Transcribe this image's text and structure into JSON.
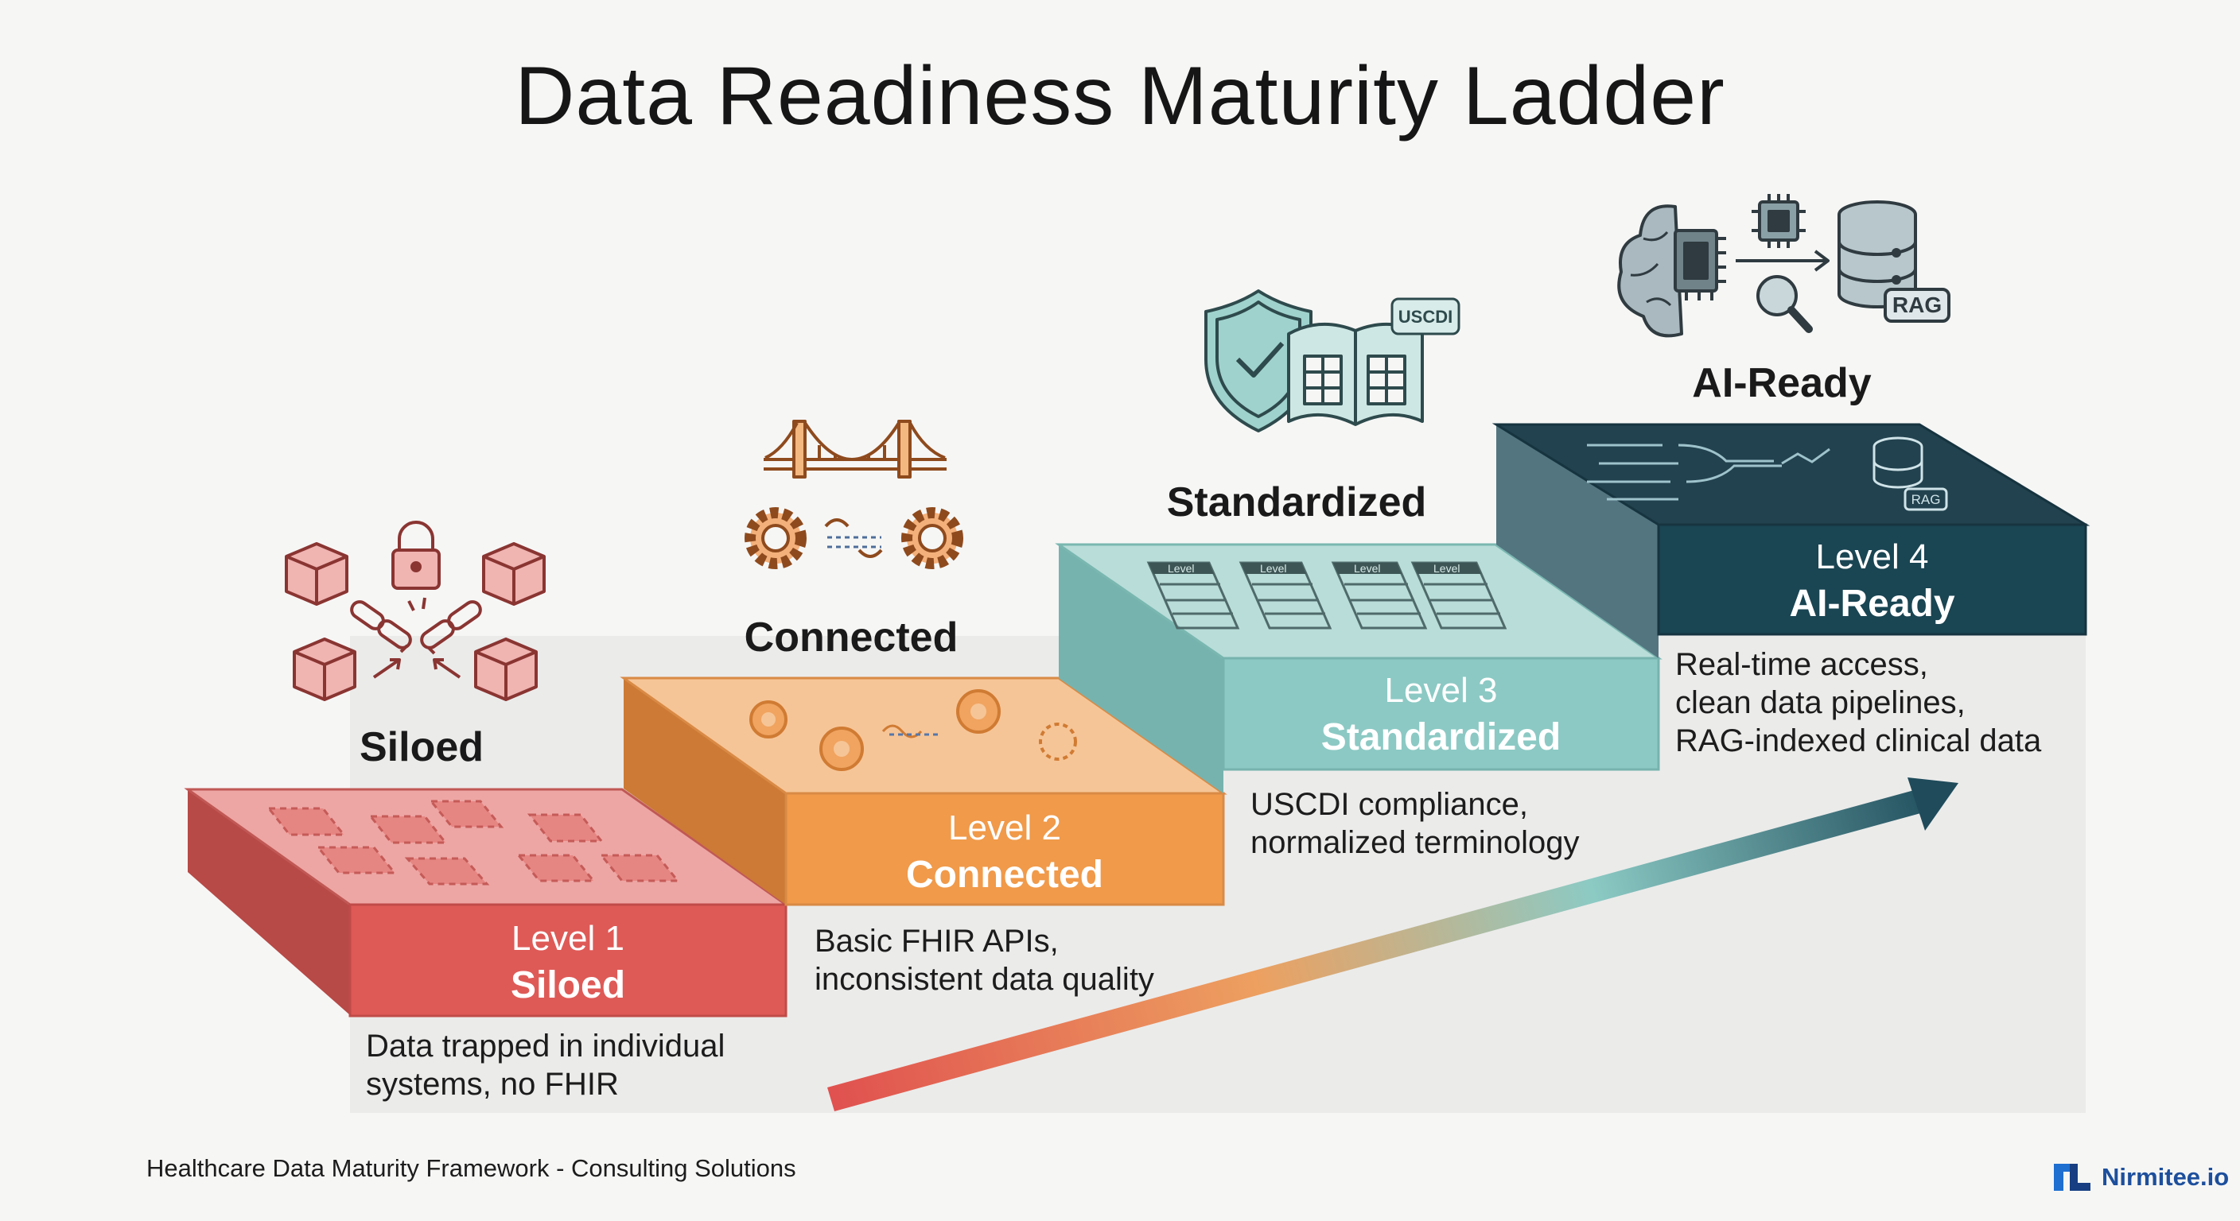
{
  "title": "Data Readiness Maturity Ladder",
  "levels": [
    {
      "level_label": "Level 1",
      "name": "Siloed",
      "stage_title": "Siloed",
      "description": [
        "Data trapped in individual",
        "systems, no FHIR"
      ],
      "color": "#de5a57",
      "icons": [
        "package-icon",
        "padlock-icon",
        "broken-chain-icon"
      ]
    },
    {
      "level_label": "Level 2",
      "name": "Connected",
      "stage_title": "Connected",
      "description": [
        "Basic FHIR APIs,",
        "inconsistent data quality"
      ],
      "color": "#f09a4a",
      "icons": [
        "bridge-icon",
        "gear-icon"
      ]
    },
    {
      "level_label": "Level 3",
      "name": "Standardized",
      "stage_title": "Standardized",
      "description": [
        "USCDI compliance,",
        "normalized terminology"
      ],
      "color": "#8cc9c4",
      "icons": [
        "shield-check-icon",
        "open-book-icon"
      ],
      "badge": "USCDI",
      "top_tab_label": "Level"
    },
    {
      "level_label": "Level 4",
      "name": "AI-Ready",
      "stage_title": "AI-Ready",
      "description": [
        "Real-time access,",
        "clean data pipelines,",
        "RAG-indexed clinical data"
      ],
      "color": "#1a4553",
      "icons": [
        "brain-chip-icon",
        "cpu-icon",
        "magnifier-icon",
        "database-icon"
      ],
      "badge": "RAG"
    }
  ],
  "footer": {
    "text": "Healthcare Data Maturity Framework - Consulting Solutions",
    "brand": "Nirmitee.io"
  }
}
